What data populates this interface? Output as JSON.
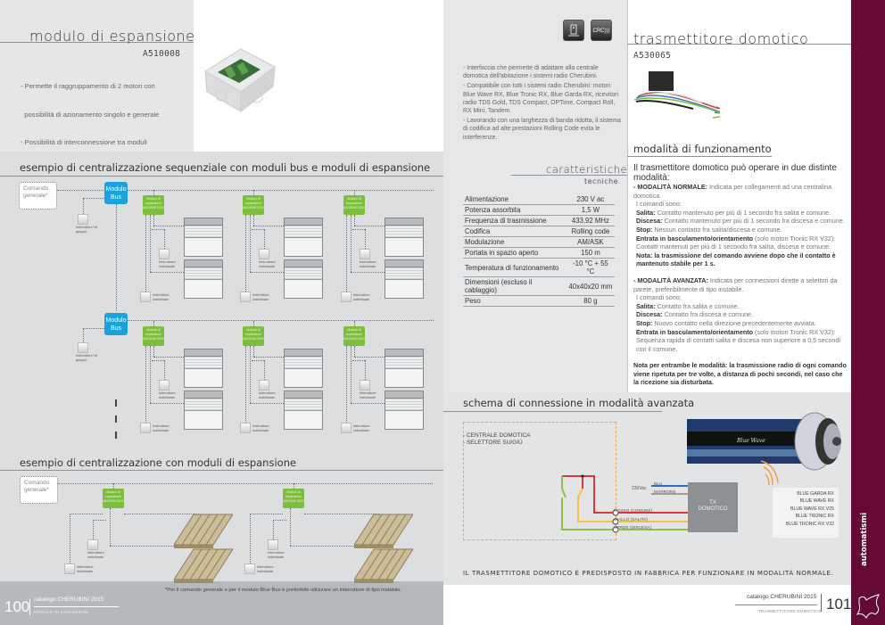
{
  "left_page": {
    "title": "modulo di espansione",
    "code": "A510008",
    "bullets": [
      "- Permette il raggruppamento di 2 motori con",
      "  possibilità di azionamento singolo e generale",
      "- Possibilità di interconnessione tra moduli"
    ],
    "diagram1": {
      "title": "esempio di centralizzazione sequenziale con moduli bus e moduli di espansione",
      "comando": "Comando generale*",
      "bus_label_1": "Modulo",
      "bus_label_2": "Bus",
      "exp_label": "Modulo di espansione A510008 230V",
      "group_switch": "Interruttore* di gruppo",
      "individual_switch": "Interruttore individuale"
    },
    "diagram2": {
      "title": "esempio di centralizzazione con moduli di espansione",
      "comando": "Comando generale*",
      "exp_label": "Modulo di espansione A510008 230V",
      "individual_switch": "Interruttore individuale"
    },
    "footnote": "*Per il comando generale e per il modulo Blue Bus è preferibile utilizzare un interruttore di tipo instabile.",
    "footer": {
      "page_number": "100",
      "catalog": "catalogo CHERUBINI 2015",
      "section": "MODULO DI ESPANSIONE"
    }
  },
  "right_page": {
    "icons": [
      "remote-control-icon",
      "crc-radio-icon"
    ],
    "icon_text_2": "CRC",
    "title": "trasmettitore domotico",
    "code": "A530065",
    "bullets": [
      "- Interfaccia che permette di adattare alla centrale domotica dell'abitazione i sistemi radio Cherubini.",
      "- Compatibile con tutti i sistemi radio Cherubini: motori Blue Wave RX, Blue Tronic RX, Blue Garda RX, ricevitori radio TDS Gold, TDS Compact, OPTime, Compact Roll, RX Mini, Tandem.",
      "- Lavorando con una larghezza di banda ridotta, il sistema di codifica ad alte prestazioni Rolling Code evita le interferenze."
    ],
    "specs": {
      "title": "caratteristiche",
      "subtitle": "tecniche",
      "rows": [
        {
          "label": "Alimentazione",
          "value": "230 V ac"
        },
        {
          "label": "Potenza assorbita",
          "value": "1,5 W"
        },
        {
          "label": "Frequenza di trasmissione",
          "value": "433,92 MHz"
        },
        {
          "label": "Codifica",
          "value": "Rolling code"
        },
        {
          "label": "Modulazione",
          "value": "AM/ASK"
        },
        {
          "label": "Portata in spazio aperto",
          "value": "150 m"
        },
        {
          "label": "Temperatura di funzionamento",
          "value": "-10 °C + 55 °C"
        },
        {
          "label": "Dimensioni (escluso il cablaggio)",
          "value": "40x40x20 mm"
        },
        {
          "label": "Peso",
          "value": "80 g"
        }
      ]
    },
    "modes": {
      "title": "modalità di funzionamento",
      "lead": "Il trasmettitore domotico può operare in due distinte modalità:",
      "normal": {
        "head": "- MODALITÀ NORMALE:",
        "desc": " Indicata per collegamenti ad una centralina domotica.",
        "cmds": "I comandi sono:",
        "salita_k": "Salita:",
        "salita_v": " Contatto mantenuto per più di 1 secondo fra salita e comune.",
        "discesa_k": "Discesa:",
        "discesa_v": " Contatto mantenuto per più di 1 secondo fra discesa e comune.",
        "stop_k": "Stop:",
        "stop_v": " Nessun contatto fra salita/discesa e comune.",
        "entrata_k": "Entrata in basculamento/orientamento",
        "entrata_v": " (solo motori Tronic RX V32): Contatti mantenuti per più di 1 secondo fra salita, discesa e comune.",
        "nota": "Nota: la trasmissione del comando avviene dopo che il contatto è mantenuto stabile per 1 s."
      },
      "advanced": {
        "head": "- MODALITÀ AVANZATA:",
        "desc": " Indicata per connessioni dirette a selettori da parete, preferibilmente di tipo instabile.",
        "cmds": "I comandi sono:",
        "salita_k": "Salita:",
        "salita_v": " Contatto fra salita e comune.",
        "discesa_k": "Discesa:",
        "discesa_v": " Contatto fra discesa e comune.",
        "stop_k": "Stop:",
        "stop_v": " Nuovo contatto nella direzione precedentemente avviata.",
        "entrata_k": "Entrata in basculamento/orientamento",
        "entrata_v": " (solo motori Tronic RX V32): Sequenza rapida di contatti salita e discesa non superiore a 0,5 secondi con il comune."
      },
      "note_both": "Nota per entrambe le modalità: la trasmissione radio di ogni comando viene ripetuta per tre volte, a distanza di pochi secondi, nel caso che la ricezione sia disturbata."
    },
    "schema": {
      "title": "schema di connessione in modalità avanzata",
      "box_line1": "- CENTRALE DOMOTICA",
      "box_line2": "- SELETTORE SU/GIÙ",
      "voltage": "230Vac",
      "wires": [
        {
          "label": "BLU",
          "color": "#2a6fb8"
        },
        {
          "label": "MARRONE",
          "color": "#a79a8f"
        },
        {
          "label": "ROSSO (COMUNE)",
          "color": "#e0343c"
        },
        {
          "label": "GIALLO (SALITA)",
          "color": "#f2c43a"
        },
        {
          "label": "VERDE (DISCESA)",
          "color": "#8dc04a"
        }
      ],
      "tx_label_1": "TX",
      "tx_label_2": "DOMOTICO",
      "motor_brand": "Blue Wave",
      "receivers": [
        "BLUE GARDA RX",
        "BLUE WAVE RX",
        "BLUE WAVE RX V25",
        "BLUE TRONIC RX",
        "BLUE TRONIC RX V32"
      ]
    },
    "notice": "IL TRASMETTITORE DOMOTICO È PREDISPOSTO IN FABBRICA PER FUNZIONARE IN MODALITÀ NORMALE.",
    "footer": {
      "page_number": "101",
      "catalog": "catalogo CHERUBINI 2015",
      "section": "TRASMETTITORE DOMOTICO"
    },
    "side_tab": "automatismi"
  },
  "colors": {
    "brand": "#650a34",
    "bus_blue": "#18a3e0",
    "module_green": "#7dbf3a",
    "schema_orange": "#f0a24a"
  }
}
